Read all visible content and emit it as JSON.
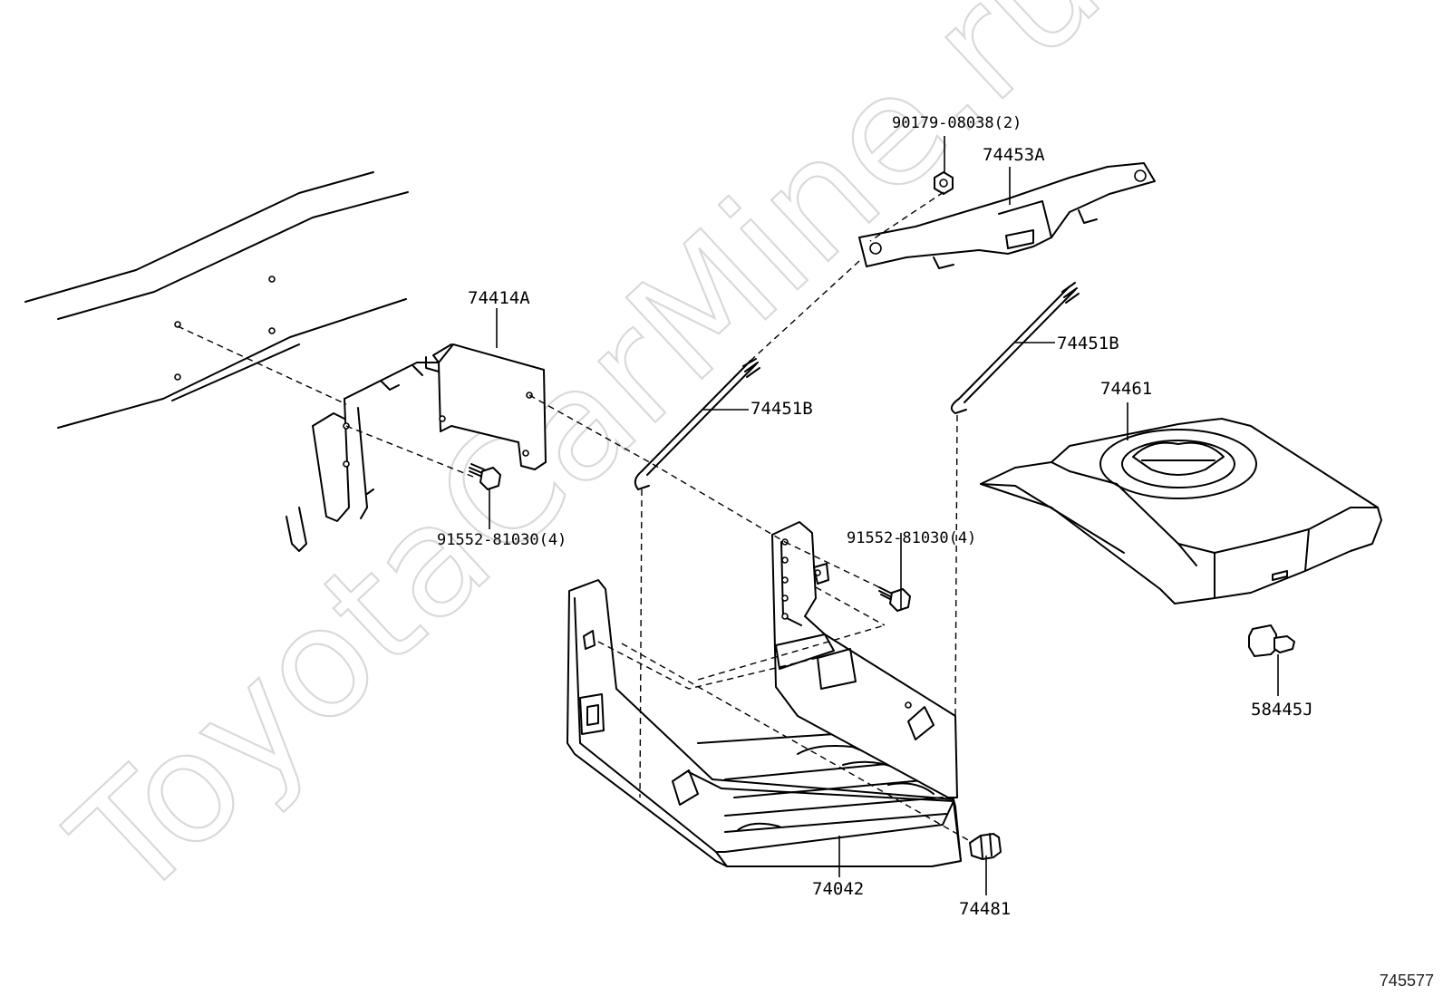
{
  "diagram": {
    "watermark_text": "ToyotaCarMine.ru",
    "illustration_code": "745577",
    "labels": {
      "nut": "90179-08038(2)",
      "clamp": "74453A",
      "bracket": "74414A",
      "rod_left": "74451B",
      "rod_right": "74451B",
      "tray_cover": "74461",
      "bolt_left": "91552-81030(4)",
      "bolt_right": "91552-81030(4)",
      "carrier": "74042",
      "clip_bottom": "74481",
      "clip_right": "58445J"
    }
  }
}
